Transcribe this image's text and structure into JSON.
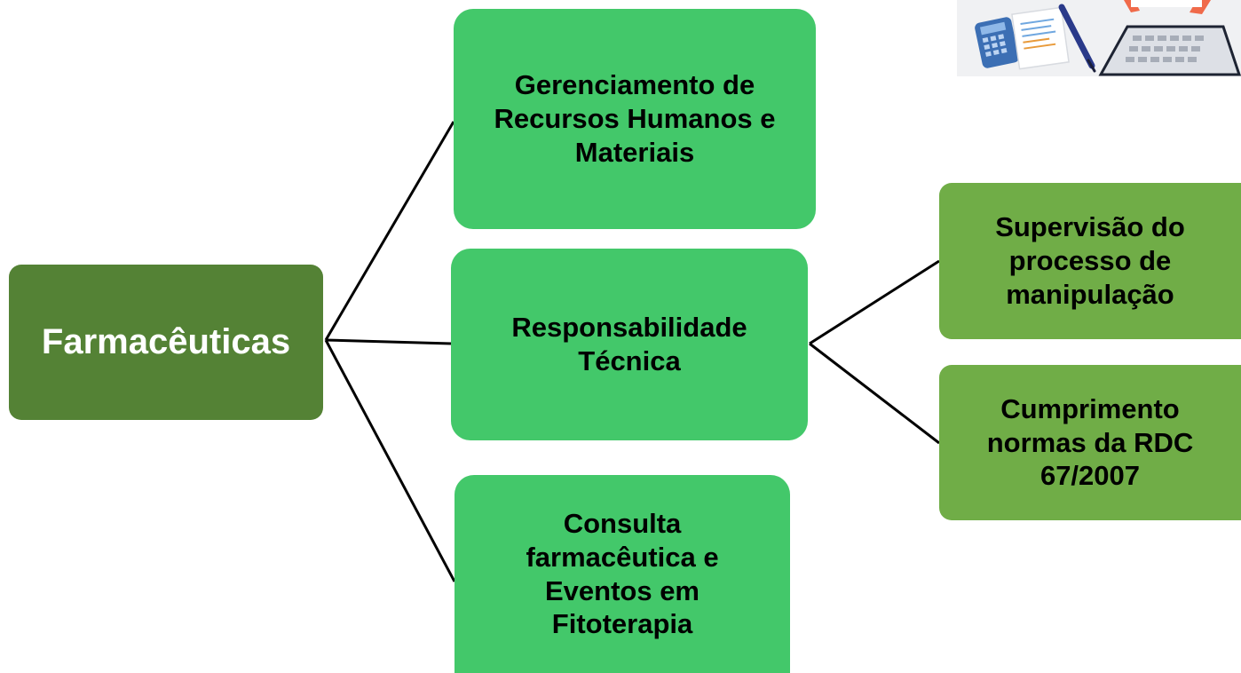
{
  "diagram": {
    "root": {
      "label": "Farmacêuticas"
    },
    "branches": [
      {
        "label": "Gerenciamento de\nRecursos Humanos e\nMateriais"
      },
      {
        "label": "Responsabilidade\nTécnica"
      },
      {
        "label": "Consulta\nfarmacêutica e\nEventos em\nFitoterapia"
      }
    ],
    "sub_branches": [
      {
        "label": "Supervisão do\nprocesso de\nmanipulação"
      },
      {
        "label": "Cumprimento\nnormas da RDC\n67/2007"
      }
    ]
  },
  "colors": {
    "root": "#548235",
    "branch": "#43c86a",
    "sub_branch": "#70ad47",
    "connector": "#000000"
  },
  "illustration": {
    "icons": [
      "calculator-icon",
      "document-icon",
      "pen-icon",
      "laptop-icon"
    ]
  }
}
